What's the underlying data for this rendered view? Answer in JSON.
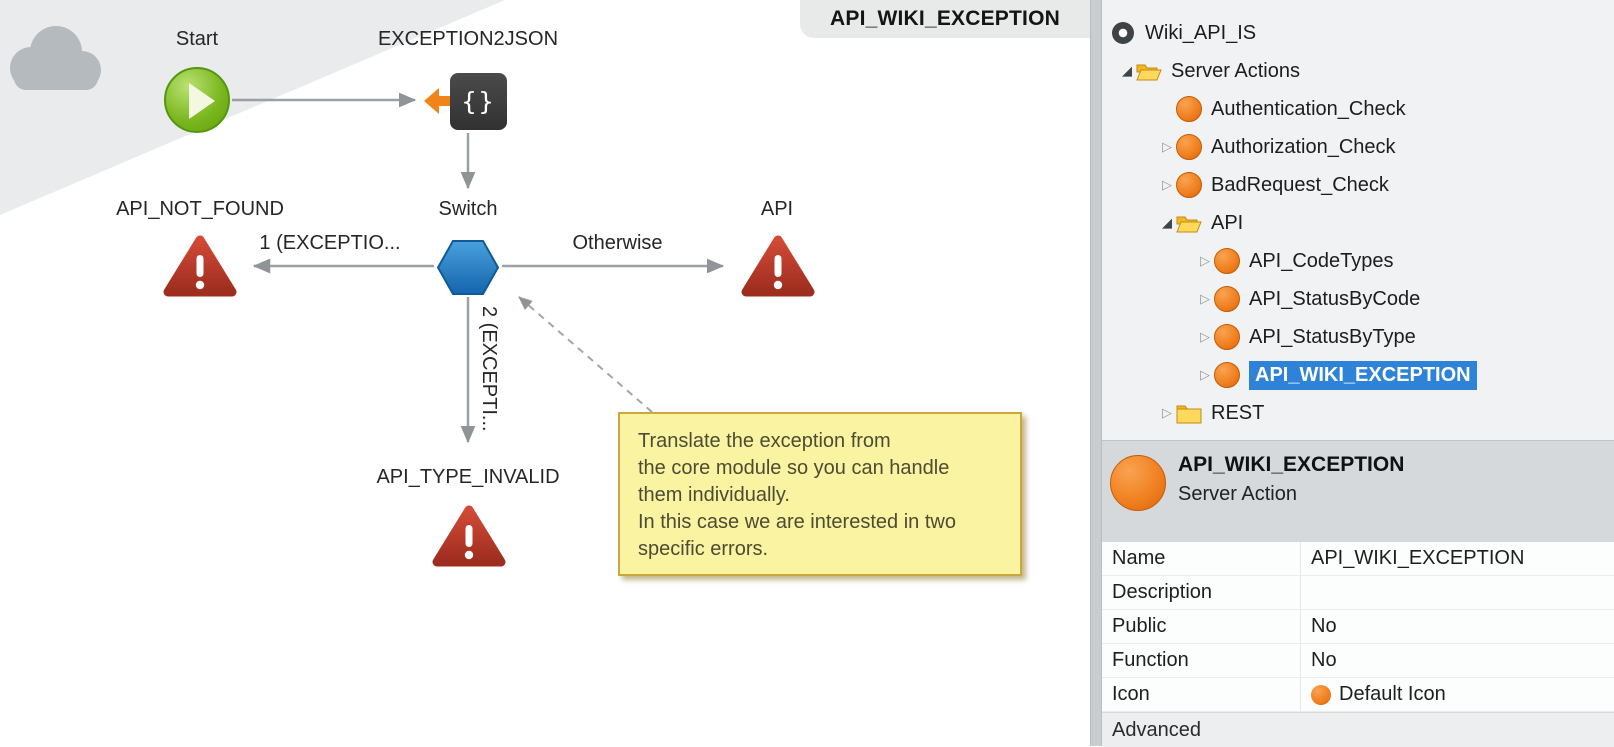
{
  "canvas": {
    "tab_title": "API_WIKI_EXCEPTION",
    "nodes": {
      "start": {
        "label": "Start"
      },
      "exception2json": {
        "label": "EXCEPTION2JSON",
        "glyph": "{}"
      },
      "switch": {
        "label": "Switch"
      },
      "api_not_found": {
        "label": "API_NOT_FOUND"
      },
      "api": {
        "label": "API"
      },
      "api_type_invalid": {
        "label": "API_TYPE_INVALID"
      }
    },
    "edges": {
      "branch1": "1 (EXCEPTIO...",
      "otherwise": "Otherwise",
      "branch2": "2 (EXCEPTI..."
    },
    "note": "Translate the exception from\nthe core module so you can handle\nthem individually.\nIn this case we are interested in two\nspecific errors."
  },
  "tree": {
    "items": [
      {
        "label": "Wiki_API_IS",
        "icon": "module-icon",
        "expander": "none",
        "selected": false
      },
      {
        "label": "Server Actions",
        "icon": "folder-open-icon",
        "expander": "expanded",
        "selected": false
      },
      {
        "label": "Authentication_Check",
        "icon": "server-action-icon",
        "expander": "none",
        "selected": false
      },
      {
        "label": "Authorization_Check",
        "icon": "server-action-icon",
        "expander": "collapsed",
        "selected": false
      },
      {
        "label": "BadRequest_Check",
        "icon": "server-action-icon",
        "expander": "collapsed",
        "selected": false
      },
      {
        "label": "API",
        "icon": "folder-open-icon",
        "expander": "expanded",
        "selected": false
      },
      {
        "label": "API_CodeTypes",
        "icon": "server-action-icon",
        "expander": "collapsed",
        "selected": false
      },
      {
        "label": "API_StatusByCode",
        "icon": "server-action-icon",
        "expander": "collapsed",
        "selected": false
      },
      {
        "label": "API_StatusByType",
        "icon": "server-action-icon",
        "expander": "collapsed",
        "selected": false
      },
      {
        "label": "API_WIKI_EXCEPTION",
        "icon": "server-action-icon",
        "expander": "collapsed",
        "selected": true
      },
      {
        "label": "REST",
        "icon": "folder-closed-icon",
        "expander": "collapsed",
        "selected": false
      }
    ]
  },
  "details": {
    "title": "API_WIKI_EXCEPTION",
    "subtitle": "Server Action",
    "icon": "server-action-icon"
  },
  "properties": {
    "rows": [
      {
        "label": "Name",
        "value": "API_WIKI_EXCEPTION"
      },
      {
        "label": "Description",
        "value": ""
      },
      {
        "label": "Public",
        "value": "No"
      },
      {
        "label": "Function",
        "value": "No"
      },
      {
        "label": "Icon",
        "value": "Default Icon",
        "icon": "default-icon"
      }
    ],
    "advanced_label": "Advanced"
  },
  "colors": {
    "selection_blue": "#2e82d8",
    "action_orange": "#ef7d1c",
    "switch_blue": "#1f78c0",
    "start_green": "#7ab61e",
    "error_red": "#bf3a2b",
    "note_yellow": "#faf3a2",
    "folder_gold": "#ffd95e"
  }
}
